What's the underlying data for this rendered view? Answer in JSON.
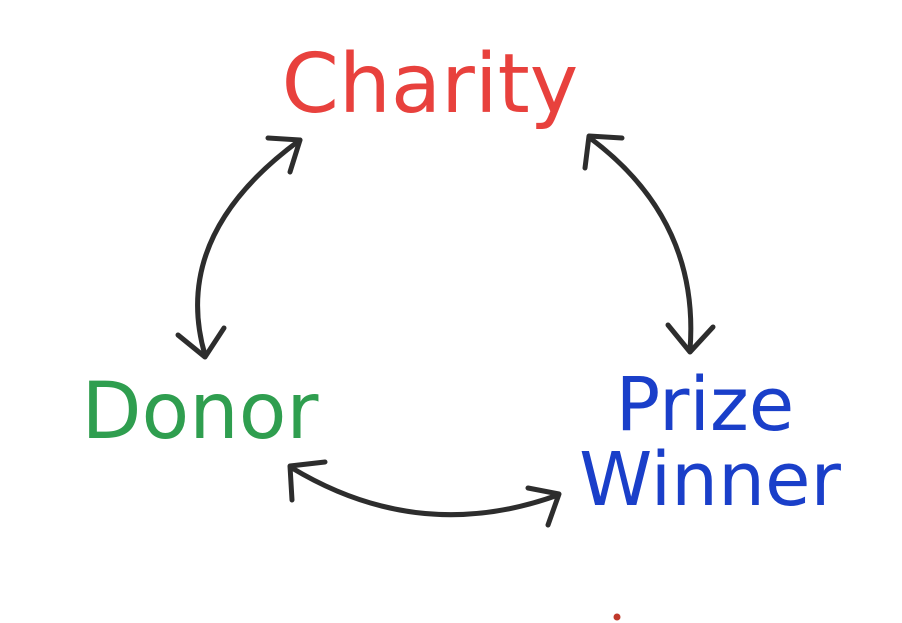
{
  "nodes": {
    "charity": {
      "label": "Charity",
      "color": "#e8413d"
    },
    "donor": {
      "label": "Donor",
      "color": "#2f9e4f"
    },
    "prize_winner": {
      "line1": "Prize",
      "line2": "Winner",
      "color": "#1a3fc9"
    }
  },
  "arrows": {
    "color": "#2d2d2d",
    "connections": [
      {
        "from": "Charity",
        "to": "Donor",
        "direction": "bidirectional"
      },
      {
        "from": "Charity",
        "to": "Prize Winner",
        "direction": "bidirectional"
      },
      {
        "from": "Donor",
        "to": "Prize Winner",
        "direction": "bidirectional"
      }
    ]
  },
  "decorations": {
    "dot_color": "#c0392b"
  }
}
